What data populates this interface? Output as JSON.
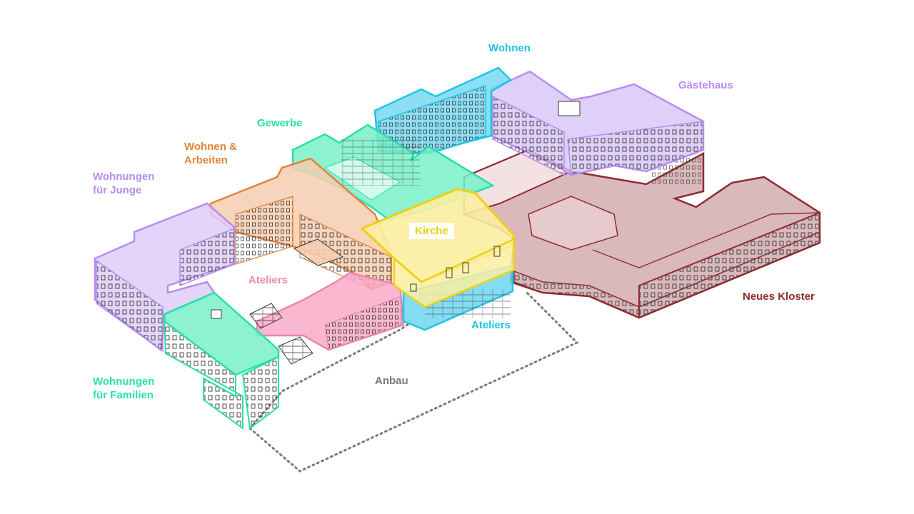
{
  "colors": {
    "wohnen": "#1fc4e6",
    "gaestehaus": "#b88df0",
    "gewerbe": "#28e0a8",
    "wohnen_arbeiten": "#e0843a",
    "wohnungen_junge": "#b88df0",
    "kirche": "#efcf12",
    "ateliers_pink": "#ee86ad",
    "ateliers_blue": "#1fc4e6",
    "neues_kloster": "#8e2b31",
    "wohnungen_familien": "#28e0a8",
    "anbau": "#7a7a7a",
    "linework": "#3a3a3a"
  },
  "labels": {
    "wohnen": "Wohnen",
    "gaestehaus": "Gästehaus",
    "gewerbe": "Gewerbe",
    "wohnen_arbeiten": "Wohnen &\nArbeiten",
    "wohnungen_junge": "Wohnungen\nfür Junge",
    "kirche": "Kirche",
    "ateliers_pink": "Ateliers",
    "ateliers_blue": "Ateliers",
    "neues_kloster": "Neues Kloster",
    "wohnungen_familien": "Wohnungen\nfür Familien",
    "anbau": "Anbau"
  }
}
